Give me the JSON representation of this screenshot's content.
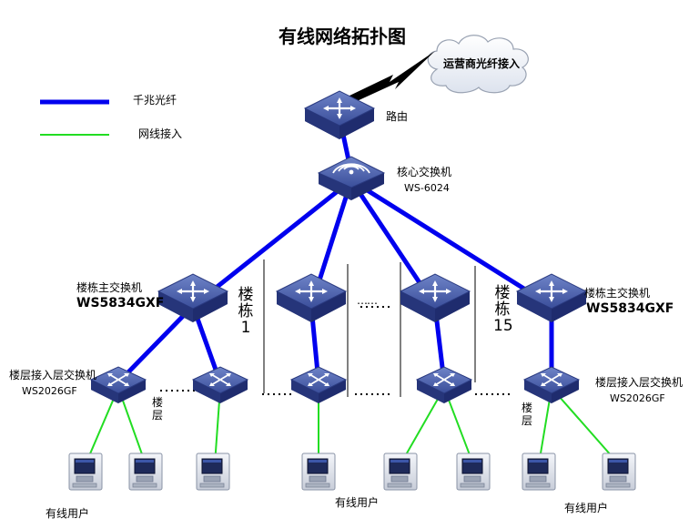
{
  "title": "有线网络拓扑图",
  "cloud_label": "运营商光纤接入",
  "legend": {
    "fiber": {
      "label": "千兆光纤",
      "color": "#0000ee"
    },
    "ethernet": {
      "label": "网线接入",
      "color": "#22dd22"
    }
  },
  "router": {
    "label": "路由"
  },
  "core_switch": {
    "name": "核心交换机",
    "model": "WS-6024"
  },
  "building_switch_left": {
    "name": "楼栋主交换机",
    "model": "WS5834GXF"
  },
  "building_switch_right": {
    "name": "楼栋主交换机",
    "model": "WS5834GXF"
  },
  "access_switch_left": {
    "name": "楼层接入层交换机",
    "model": "WS2026GF"
  },
  "access_switch_right": {
    "name": "楼层接入层交换机",
    "model": "WS2026GF"
  },
  "building_1_label": "楼栋1",
  "building_15_label": "楼栋15",
  "floor_label": "楼层",
  "ellipsis": "……",
  "user_label": "有线用户",
  "device_color": "#2b3a86"
}
